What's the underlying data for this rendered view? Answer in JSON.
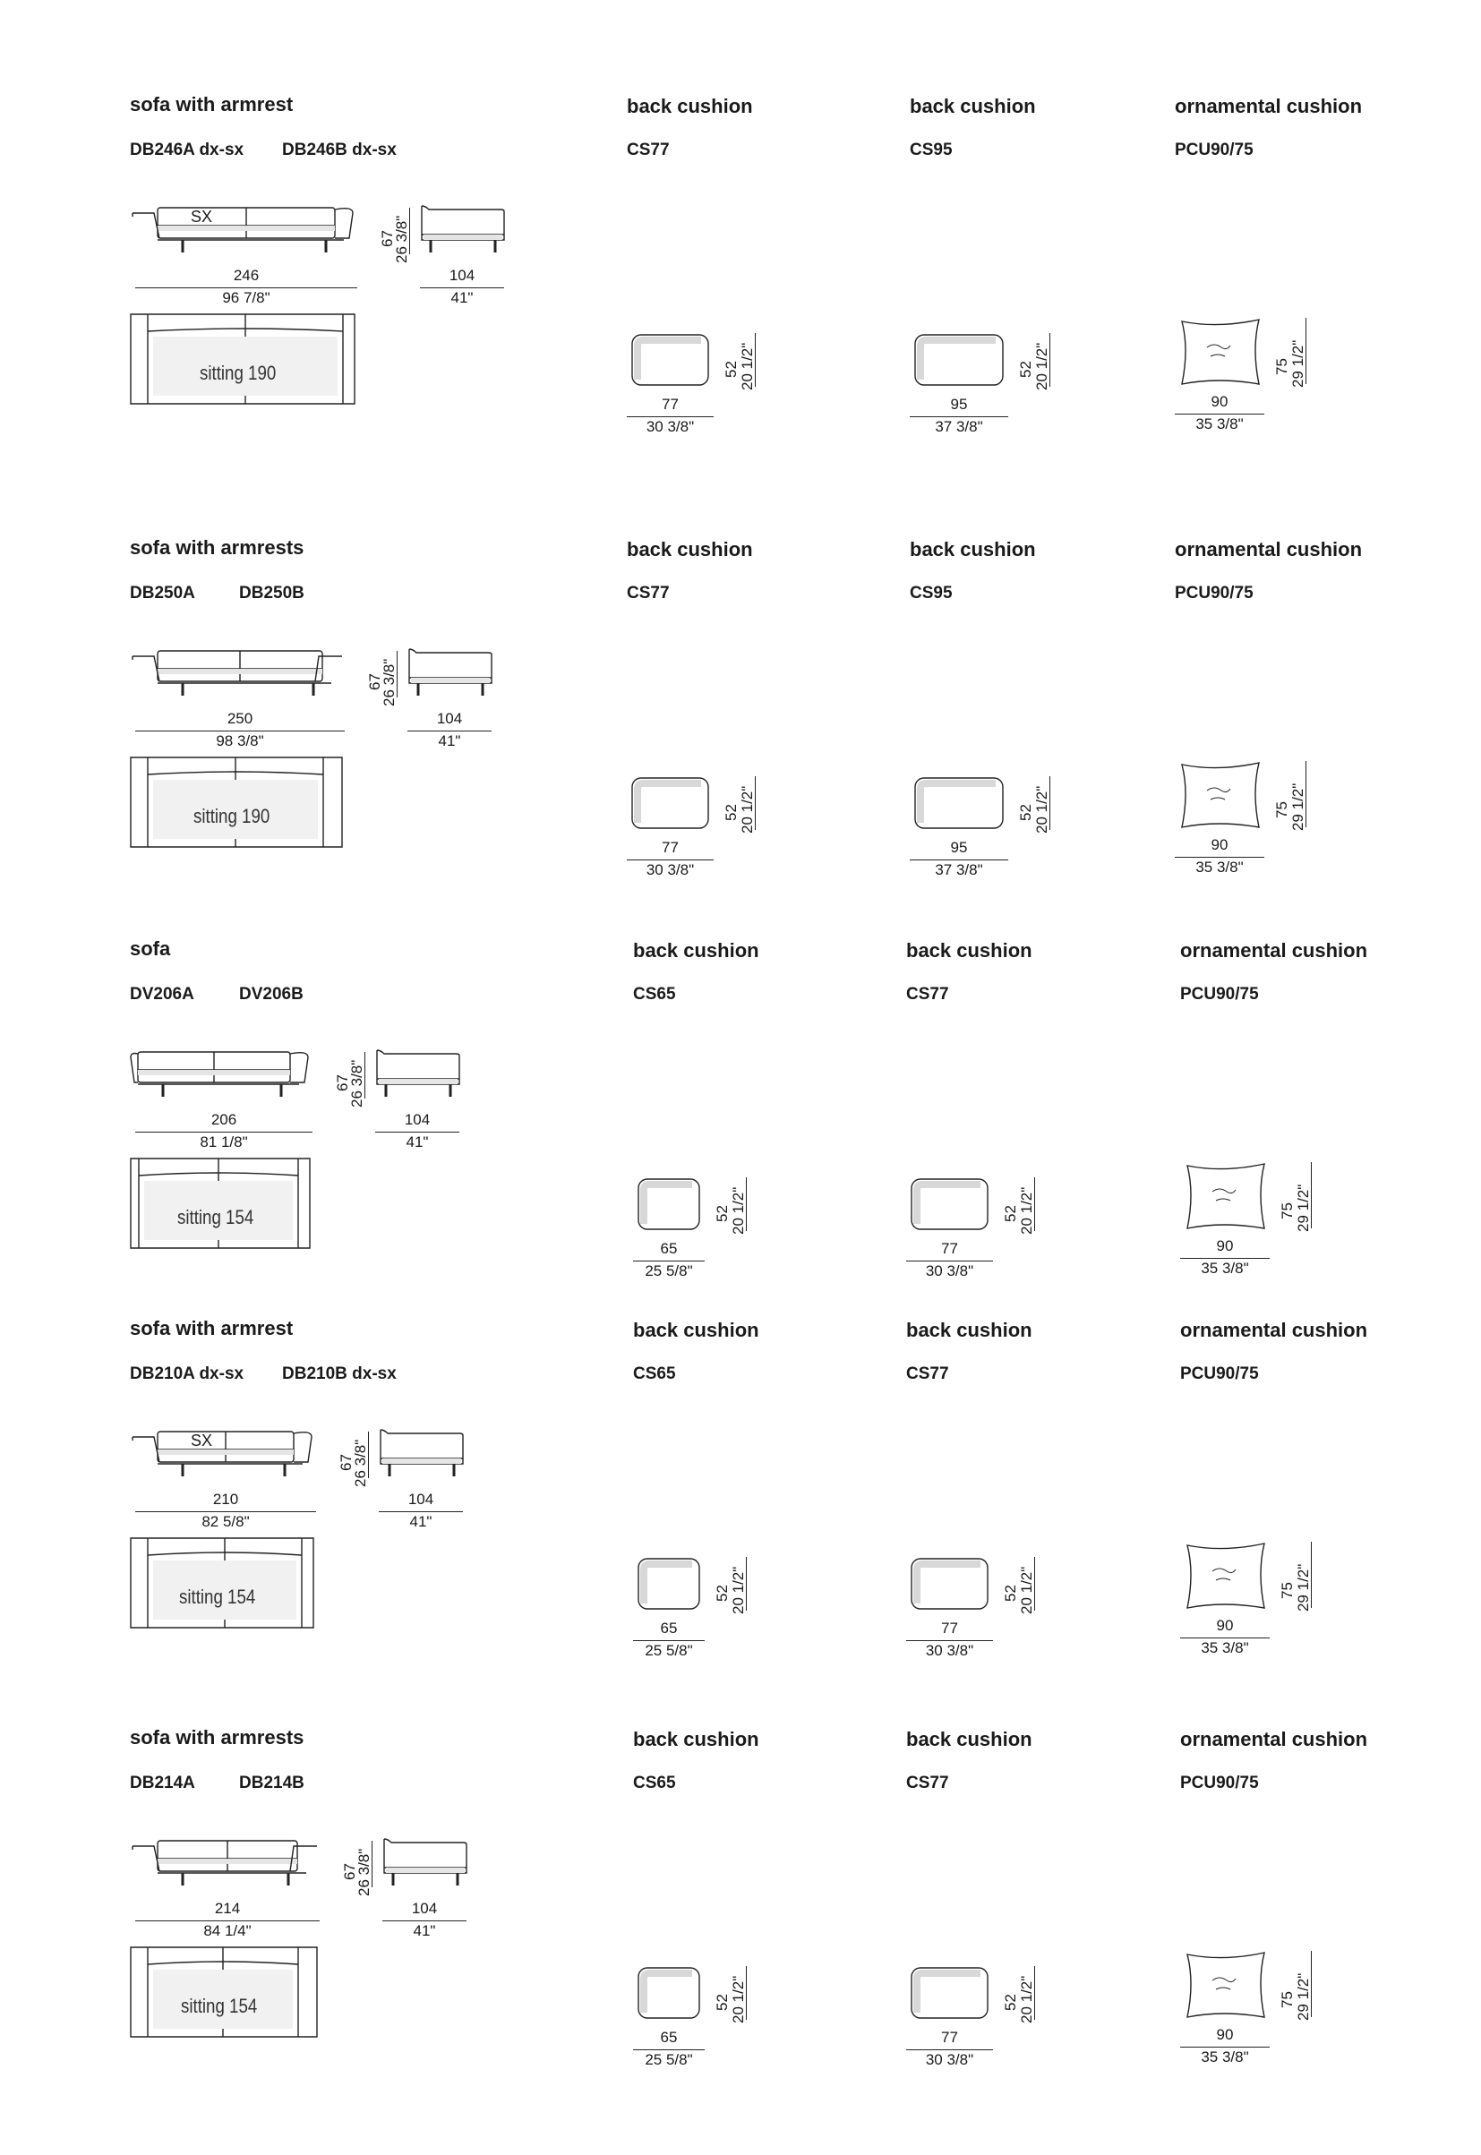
{
  "sections": [
    {
      "sofa": {
        "title": "sofa with armrest",
        "codes": [
          "DB246A dx-sx",
          "DB246B dx-sx"
        ],
        "side_label": "SX",
        "height_cm": "67",
        "height_in": "26 3/8\"",
        "width_cm": "246",
        "width_in": "96 7/8\"",
        "depth_cm": "104",
        "depth_in": "41\"",
        "sitting": "sitting 190"
      },
      "cushions": [
        {
          "title": "back cushion",
          "code": "CS77",
          "w_cm": "77",
          "w_in": "30 3/8\"",
          "h_cm": "52",
          "h_in": "20 1/2\""
        },
        {
          "title": "back cushion",
          "code": "CS95",
          "w_cm": "95",
          "w_in": "37 3/8\"",
          "h_cm": "52",
          "h_in": "20 1/2\""
        },
        {
          "title": "ornamental cushion",
          "code": "PCU90/75",
          "w_cm": "90",
          "w_in": "35 3/8\"",
          "h_cm": "75",
          "h_in": "29 1/2\""
        }
      ]
    },
    {
      "sofa": {
        "title": "sofa with armrests",
        "codes": [
          "DB250A",
          "DB250B"
        ],
        "height_cm": "67",
        "height_in": "26 3/8\"",
        "width_cm": "250",
        "width_in": "98 3/8\"",
        "depth_cm": "104",
        "depth_in": "41\"",
        "sitting": "sitting 190"
      },
      "cushions": [
        {
          "title": "back cushion",
          "code": "CS77",
          "w_cm": "77",
          "w_in": "30 3/8\"",
          "h_cm": "52",
          "h_in": "20 1/2\""
        },
        {
          "title": "back cushion",
          "code": "CS95",
          "w_cm": "95",
          "w_in": "37 3/8\"",
          "h_cm": "52",
          "h_in": "20 1/2\""
        },
        {
          "title": "ornamental cushion",
          "code": "PCU90/75",
          "w_cm": "90",
          "w_in": "35 3/8\"",
          "h_cm": "75",
          "h_in": "29 1/2\""
        }
      ]
    },
    {
      "sofa": {
        "title": "sofa",
        "codes": [
          "DV206A",
          "DV206B"
        ],
        "height_cm": "67",
        "height_in": "26 3/8\"",
        "width_cm": "206",
        "width_in": "81 1/8\"",
        "depth_cm": "104",
        "depth_in": "41\"",
        "sitting": "sitting 154"
      },
      "cushions": [
        {
          "title": "back cushion",
          "code": "CS65",
          "w_cm": "65",
          "w_in": "25 5/8\"",
          "h_cm": "52",
          "h_in": "20 1/2\""
        },
        {
          "title": "back cushion",
          "code": "CS77",
          "w_cm": "77",
          "w_in": "30 3/8\"",
          "h_cm": "52",
          "h_in": "20 1/2\""
        },
        {
          "title": "ornamental cushion",
          "code": "PCU90/75",
          "w_cm": "90",
          "w_in": "35 3/8\"",
          "h_cm": "75",
          "h_in": "29 1/2\""
        }
      ]
    },
    {
      "sofa": {
        "title": "sofa with armrest",
        "codes": [
          "DB210A dx-sx",
          "DB210B dx-sx"
        ],
        "side_label": "SX",
        "height_cm": "67",
        "height_in": "26 3/8\"",
        "width_cm": "210",
        "width_in": "82 5/8\"",
        "depth_cm": "104",
        "depth_in": "41\"",
        "sitting": "sitting 154"
      },
      "cushions": [
        {
          "title": "back cushion",
          "code": "CS65",
          "w_cm": "65",
          "w_in": "25 5/8\"",
          "h_cm": "52",
          "h_in": "20 1/2\""
        },
        {
          "title": "back cushion",
          "code": "CS77",
          "w_cm": "77",
          "w_in": "30 3/8\"",
          "h_cm": "52",
          "h_in": "20 1/2\""
        },
        {
          "title": "ornamental cushion",
          "code": "PCU90/75",
          "w_cm": "90",
          "w_in": "35 3/8\"",
          "h_cm": "75",
          "h_in": "29 1/2\""
        }
      ]
    },
    {
      "sofa": {
        "title": "sofa with armrests",
        "codes": [
          "DB214A",
          "DB214B"
        ],
        "height_cm": "67",
        "height_in": "26 3/8\"",
        "width_cm": "214",
        "width_in": "84 1/4\"",
        "depth_cm": "104",
        "depth_in": "41\"",
        "sitting": "sitting 154"
      },
      "cushions": [
        {
          "title": "back cushion",
          "code": "CS65",
          "w_cm": "65",
          "w_in": "25 5/8\"",
          "h_cm": "52",
          "h_in": "20 1/2\""
        },
        {
          "title": "back cushion",
          "code": "CS77",
          "w_cm": "77",
          "w_in": "30 3/8\"",
          "h_cm": "52",
          "h_in": "20 1/2\""
        },
        {
          "title": "ornamental cushion",
          "code": "PCU90/75",
          "w_cm": "90",
          "w_in": "35 3/8\"",
          "h_cm": "75",
          "h_in": "29 1/2\""
        }
      ]
    }
  ]
}
